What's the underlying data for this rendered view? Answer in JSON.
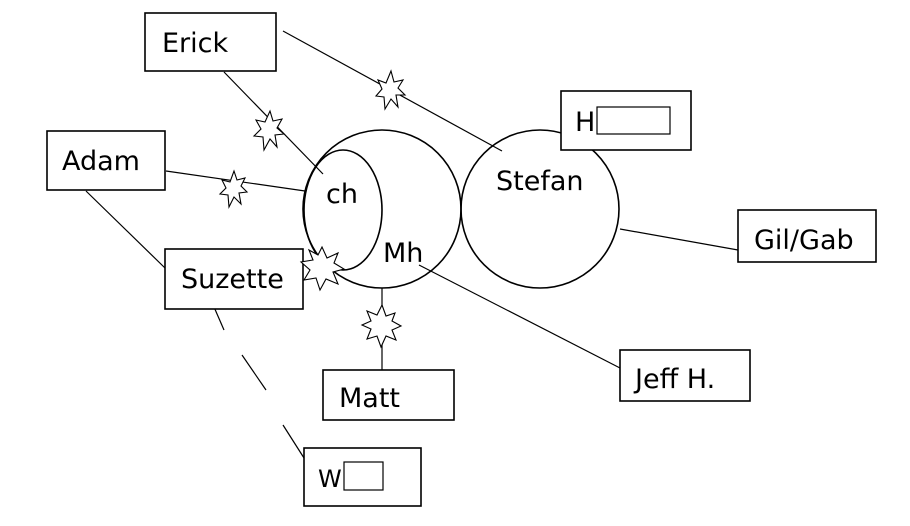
{
  "nodes": {
    "erick": "Erick",
    "adam": "Adam",
    "suzette": "Suzette",
    "matt": "Matt",
    "w": "W",
    "h": "H",
    "gil_gab": "Gil/Gab",
    "jeff_h": "Jeff H.",
    "stefan": "Stefan",
    "ch": "ch",
    "mh": "Mh"
  },
  "colors": {
    "stroke": "#000000",
    "background": "#ffffff"
  }
}
